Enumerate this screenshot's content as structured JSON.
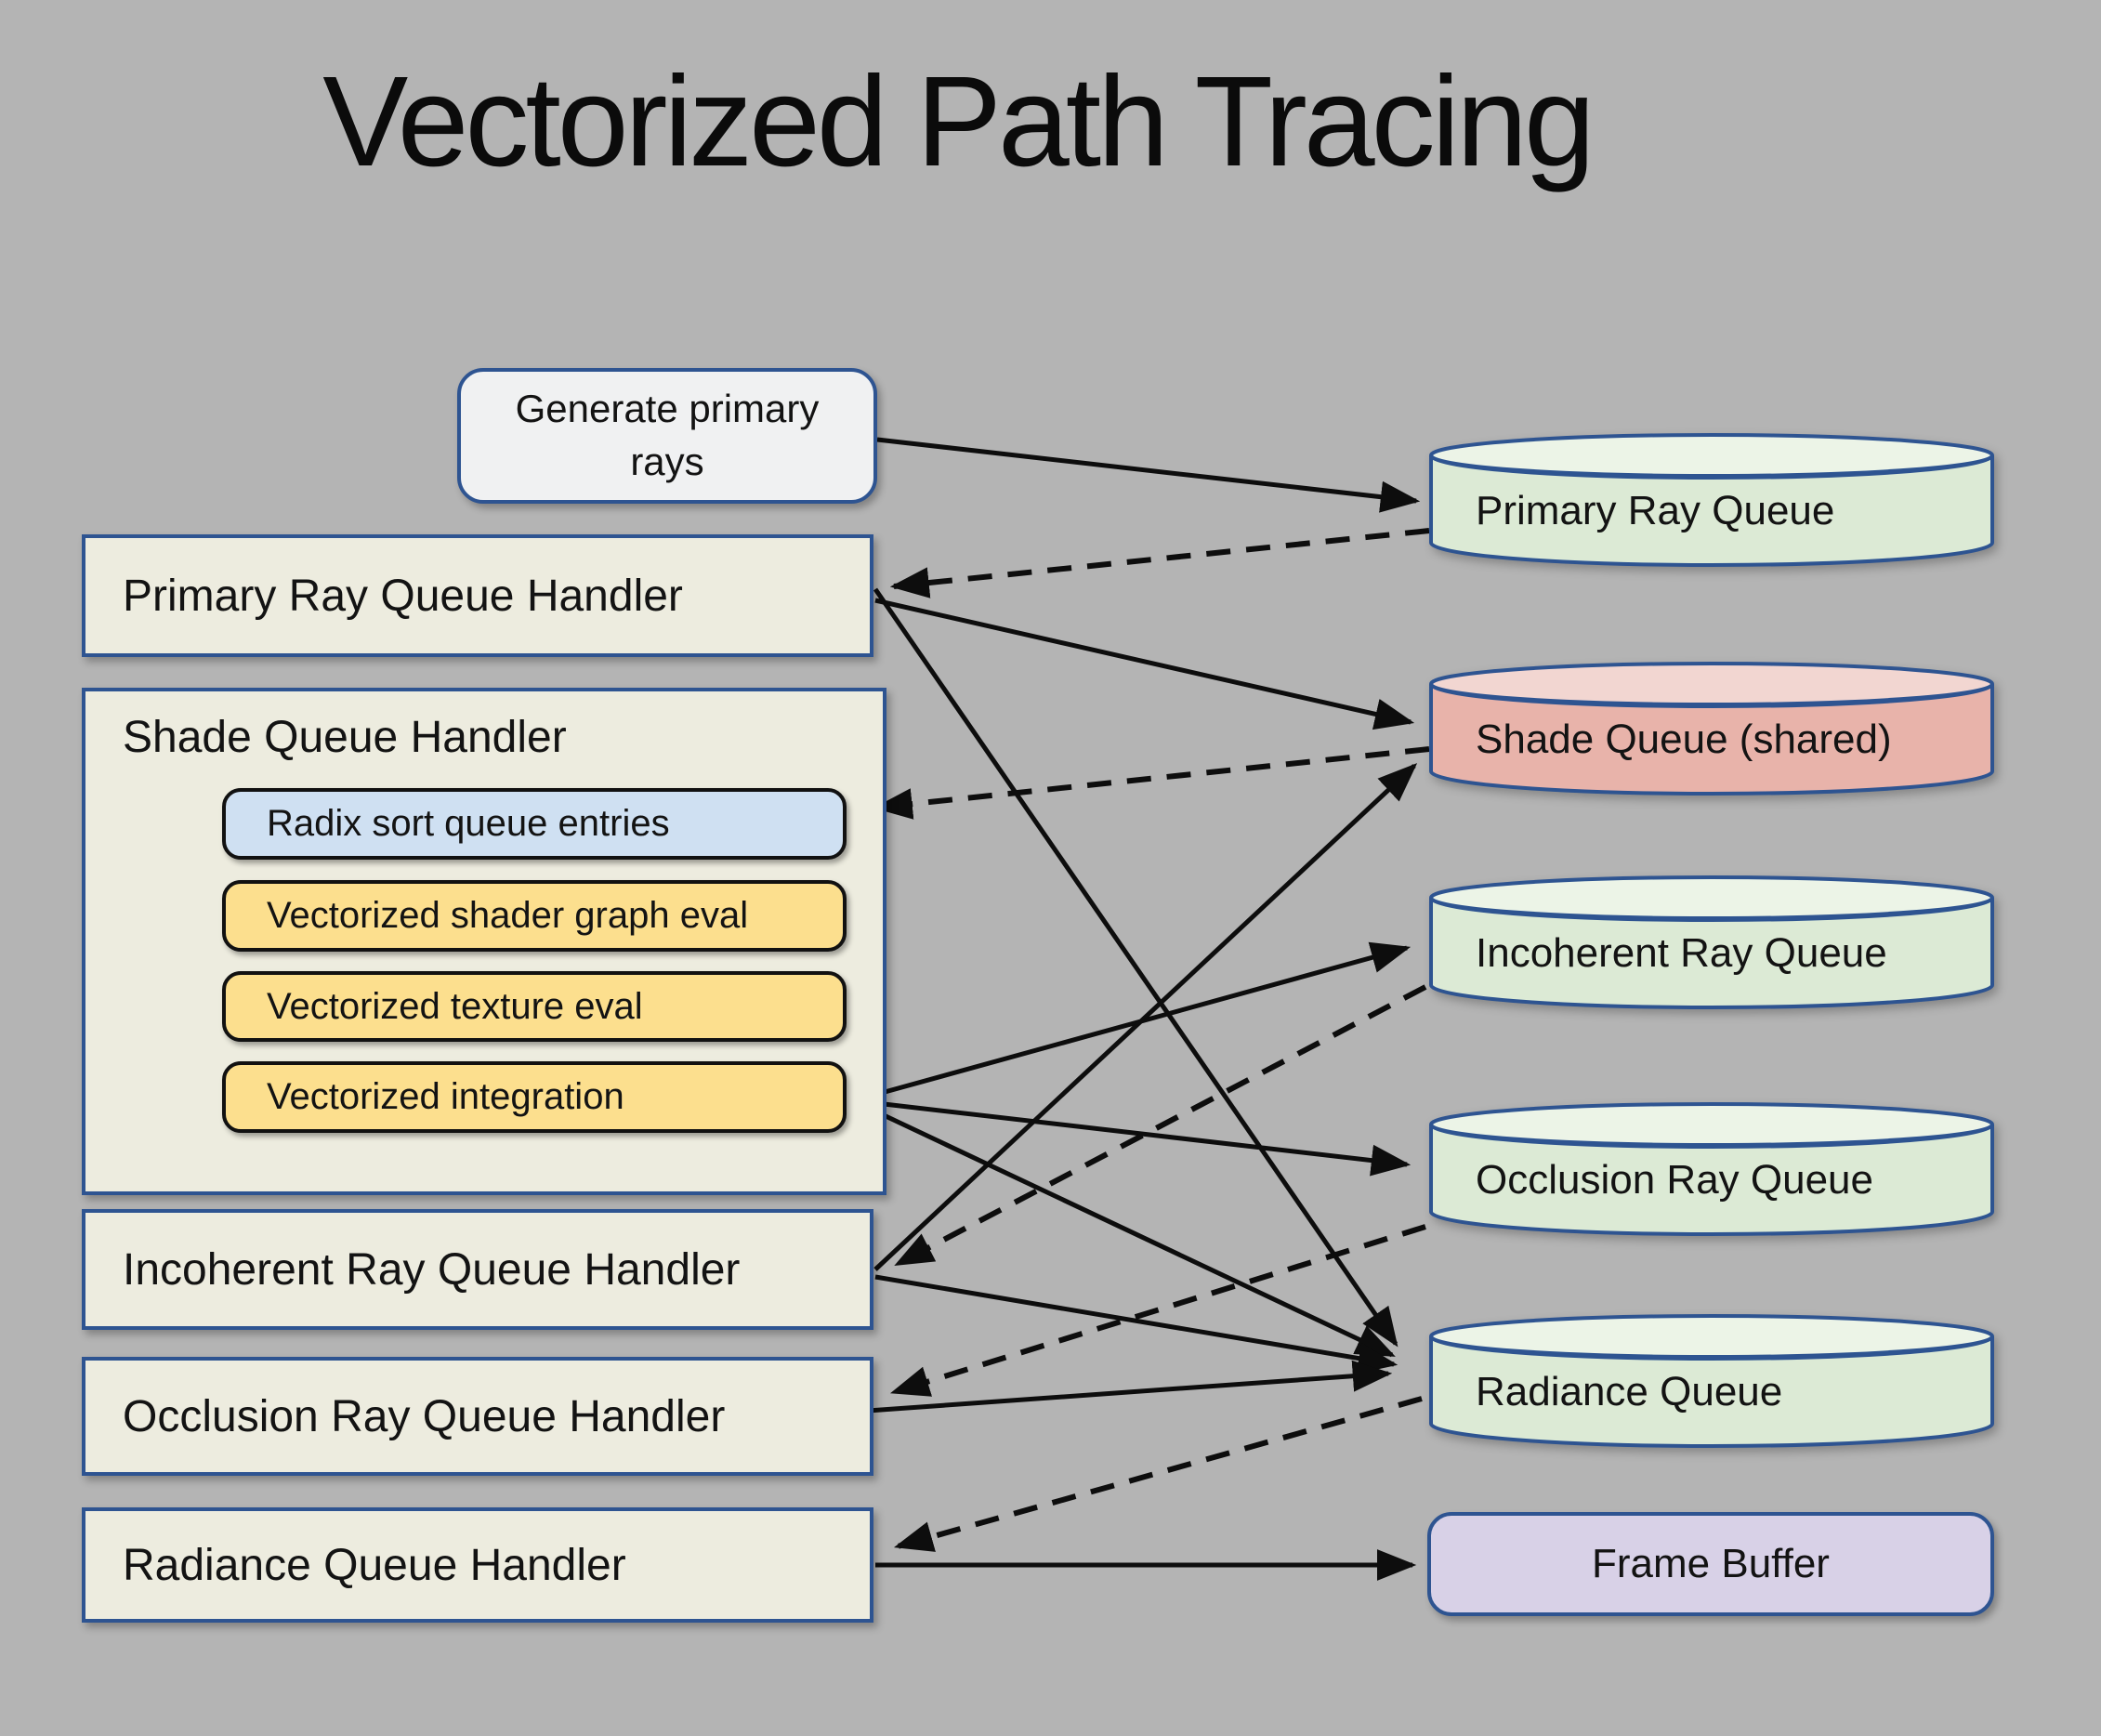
{
  "title": "Vectorized Path Tracing",
  "palette": {
    "background": "#b4b4b4",
    "border_blue": "#2e5491",
    "handler_fill": "#edecdf",
    "generate_fill": "#f0f1f2",
    "radix_blue": "#cfe0f2",
    "step_yellow": "#fcdf8e",
    "queue_green_body": "#dcead5",
    "queue_green_top": "#ecf4e7",
    "queue_red_body": "#e8b3aa",
    "queue_red_top": "#f2d6d1",
    "frame_buffer_purple": "#d8d1e7",
    "arrow_black": "#0d0d0d"
  },
  "nodes": {
    "generate": {
      "label": "Generate primary rays"
    },
    "handlers": {
      "primary": {
        "label": "Primary Ray Queue Handler"
      },
      "shade": {
        "label": "Shade Queue Handler"
      },
      "incoherent": {
        "label": "Incoherent Ray Queue Handler"
      },
      "occlusion": {
        "label": "Occlusion Ray Queue Handler"
      },
      "radiance": {
        "label": "Radiance Queue Handler"
      }
    },
    "shade_steps": [
      {
        "id": "radix-sort-queue-entries",
        "label": "Radix sort queue entries",
        "color": "blue"
      },
      {
        "id": "vectorized-shader-graph-eval",
        "label": "Vectorized shader graph eval",
        "color": "yellow"
      },
      {
        "id": "vectorized-texture-eval",
        "label": "Vectorized texture eval",
        "color": "yellow"
      },
      {
        "id": "vectorized-integration",
        "label": "Vectorized integration",
        "color": "yellow"
      }
    ],
    "queues": [
      {
        "id": "primary-ray-queue",
        "label": "Primary Ray Queue",
        "color": "green"
      },
      {
        "id": "shade-queue",
        "label": "Shade Queue (shared)",
        "color": "red"
      },
      {
        "id": "incoherent-ray-queue",
        "label": "Incoherent Ray Queue",
        "color": "green"
      },
      {
        "id": "occlusion-ray-queue",
        "label": "Occlusion Ray Queue",
        "color": "green"
      },
      {
        "id": "radiance-queue",
        "label": "Radiance Queue",
        "color": "green"
      }
    ],
    "frame_buffer": {
      "label": "Frame Buffer"
    }
  },
  "edges": {
    "solid": [
      {
        "from": "generate-primary-rays",
        "to": "primary-ray-queue"
      },
      {
        "from": "primary-ray-queue-handler",
        "to": "shade-queue"
      },
      {
        "from": "primary-ray-queue-handler",
        "to": "radiance-queue"
      },
      {
        "from": "vectorized-integration",
        "to": "incoherent-ray-queue"
      },
      {
        "from": "vectorized-integration",
        "to": "occlusion-ray-queue"
      },
      {
        "from": "vectorized-integration",
        "to": "radiance-queue"
      },
      {
        "from": "incoherent-ray-queue-handler",
        "to": "shade-queue"
      },
      {
        "from": "incoherent-ray-queue-handler",
        "to": "radiance-queue"
      },
      {
        "from": "occlusion-ray-queue-handler",
        "to": "radiance-queue"
      },
      {
        "from": "radiance-queue-handler",
        "to": "frame-buffer"
      }
    ],
    "dashed": [
      {
        "from": "primary-ray-queue",
        "to": "primary-ray-queue-handler"
      },
      {
        "from": "shade-queue",
        "to": "radix-sort-queue-entries"
      },
      {
        "from": "incoherent-ray-queue",
        "to": "incoherent-ray-queue-handler"
      },
      {
        "from": "occlusion-ray-queue",
        "to": "occlusion-ray-queue-handler"
      },
      {
        "from": "radiance-queue",
        "to": "radiance-queue-handler"
      }
    ]
  }
}
